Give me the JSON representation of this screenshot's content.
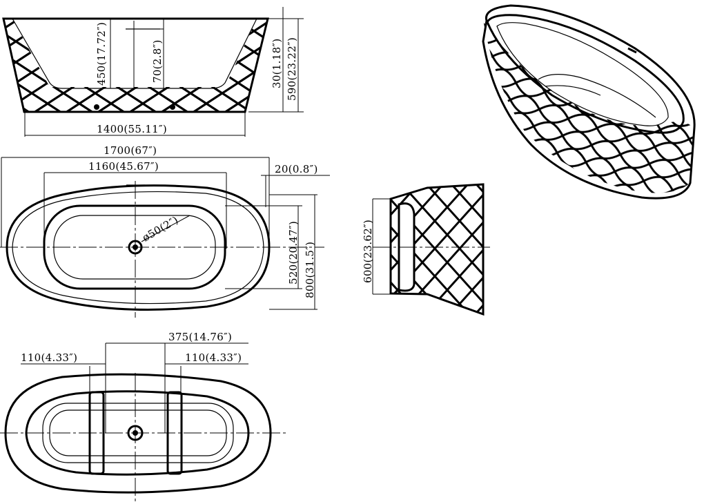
{
  "dimensions": {
    "front_depth_inner": "450(17.72″)",
    "overflow_height": "70(2.8″)",
    "rim_thickness": "30(1.18″)",
    "total_height": "590(23.22″)",
    "base_length": "1400(55.11″)",
    "total_length": "1700(67″)",
    "inner_length": "1160(45.67″)",
    "wall_offset": "20(0.8″)",
    "drain_diameter": "ø50(2″)",
    "inner_width": "520(20.47″)",
    "total_width": "800(31.5″)",
    "side_height": "600(23.62″)",
    "armrest_spacing": "375(14.76″)",
    "armrest_left": "110(4.33″)",
    "armrest_right": "110(4.33″)"
  },
  "views": [
    "front-elevation",
    "top-plan",
    "side-elevation",
    "perspective",
    "bottom-plan"
  ]
}
